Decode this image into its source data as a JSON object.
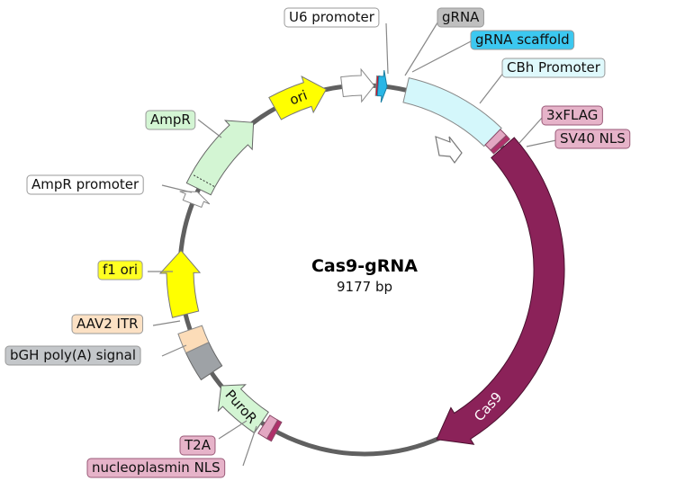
{
  "plasmid": {
    "name": "Cas9-gRNA",
    "length_label": "9177 bp",
    "length_bp": 9177
  },
  "features": [
    {
      "id": "u6",
      "label": "U6 promoter",
      "color": "#ffffff",
      "label_color": "#ffffff",
      "border": "#888888",
      "direction": "forward",
      "arrow": true
    },
    {
      "id": "grna",
      "label": "gRNA",
      "color": "#c8102e",
      "label_color": "#bfbfbf",
      "border": "#888888",
      "direction": "none",
      "arrow": false
    },
    {
      "id": "scaffold",
      "label": "gRNA scaffold",
      "color": "#29b6e6",
      "label_color": "#3cc8f0",
      "border": "#1a7fa3",
      "direction": "forward",
      "arrow": true
    },
    {
      "id": "cbh",
      "label": "CBh Promoter",
      "color": "#d4f7fb",
      "label_color": "#dff9fc",
      "border": "#888888",
      "direction": "forward",
      "arrow": false
    },
    {
      "id": "flag",
      "label": "3xFLAG",
      "color": "#e3a7c2",
      "label_color": "#e6b3c9",
      "border": "#8a4a68",
      "direction": "forward",
      "arrow": false
    },
    {
      "id": "sv40",
      "label": "SV40 NLS",
      "color": "#b0306a",
      "label_color": "#e6b3c9",
      "border": "#8a4a68",
      "direction": "forward",
      "arrow": false
    },
    {
      "id": "cas9",
      "label": "Cas9",
      "color": "#8b2259",
      "label_color": "#8b2259",
      "border": "#4a0f2e",
      "direction": "forward",
      "arrow": true
    },
    {
      "id": "npnls",
      "label": "nucleoplasmin NLS",
      "color": "#b0306a",
      "label_color": "#e6b3c9",
      "border": "#8a4a68",
      "direction": "forward",
      "arrow": false
    },
    {
      "id": "t2a",
      "label": "T2A",
      "color": "#e3a7c2",
      "label_color": "#e6b3c9",
      "border": "#8a4a68",
      "direction": "forward",
      "arrow": false
    },
    {
      "id": "puror",
      "label": "PuroR",
      "color": "#d3f5d3",
      "label_color": "#d3f5d3",
      "border": "#666666",
      "direction": "forward",
      "arrow": true
    },
    {
      "id": "bgh",
      "label": "bGH poly(A) signal",
      "color": "#9ea2a6",
      "label_color": "#c4c7ca",
      "border": "#666666",
      "direction": "none",
      "arrow": false
    },
    {
      "id": "itr",
      "label": "AAV2 ITR",
      "color": "#fcdcb8",
      "label_color": "#fce1c4",
      "border": "#888888",
      "direction": "none",
      "arrow": false
    },
    {
      "id": "f1ori",
      "label": "f1 ori",
      "color": "#ffff00",
      "label_color": "#ffff22",
      "border": "#777777",
      "direction": "forward",
      "arrow": true
    },
    {
      "id": "ampp",
      "label": "AmpR promoter",
      "color": "#ffffff",
      "label_color": "#ffffff",
      "border": "#888888",
      "direction": "forward",
      "arrow": true
    },
    {
      "id": "ampr",
      "label": "AmpR",
      "color": "#d3f5d3",
      "label_color": "#d3f5d3",
      "border": "#666666",
      "direction": "forward",
      "arrow": true
    },
    {
      "id": "ori",
      "label": "ori",
      "color": "#ffff00",
      "label_color": "#ffff00",
      "border": "#777777",
      "direction": "forward",
      "arrow": true
    }
  ],
  "colors": {
    "backbone": "#606060",
    "leader_line": "#888888"
  }
}
